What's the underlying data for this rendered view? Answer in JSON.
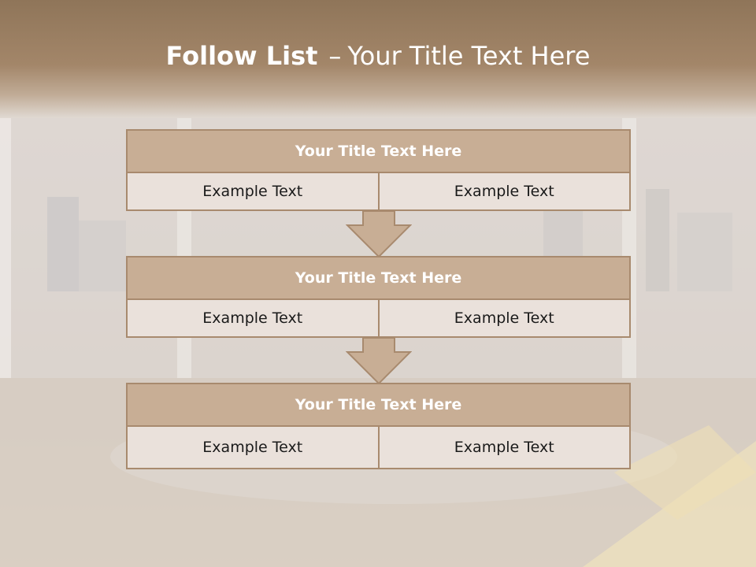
{
  "title": {
    "bold": "Follow List",
    "separator": "–",
    "rest": "Your Title Text Here"
  },
  "blocks": [
    {
      "title": "Your Title Text Here",
      "cells": [
        "Example Text",
        "Example Text"
      ]
    },
    {
      "title": "Your Title Text Here",
      "cells": [
        "Example Text",
        "Example Text"
      ]
    },
    {
      "title": "Your Title Text Here",
      "cells": [
        "Example Text",
        "Example Text"
      ]
    }
  ],
  "colors": {
    "header": "#a38669",
    "block_title": "#c8ae95",
    "cell": "#eae1db",
    "border": "#a88a6e"
  }
}
